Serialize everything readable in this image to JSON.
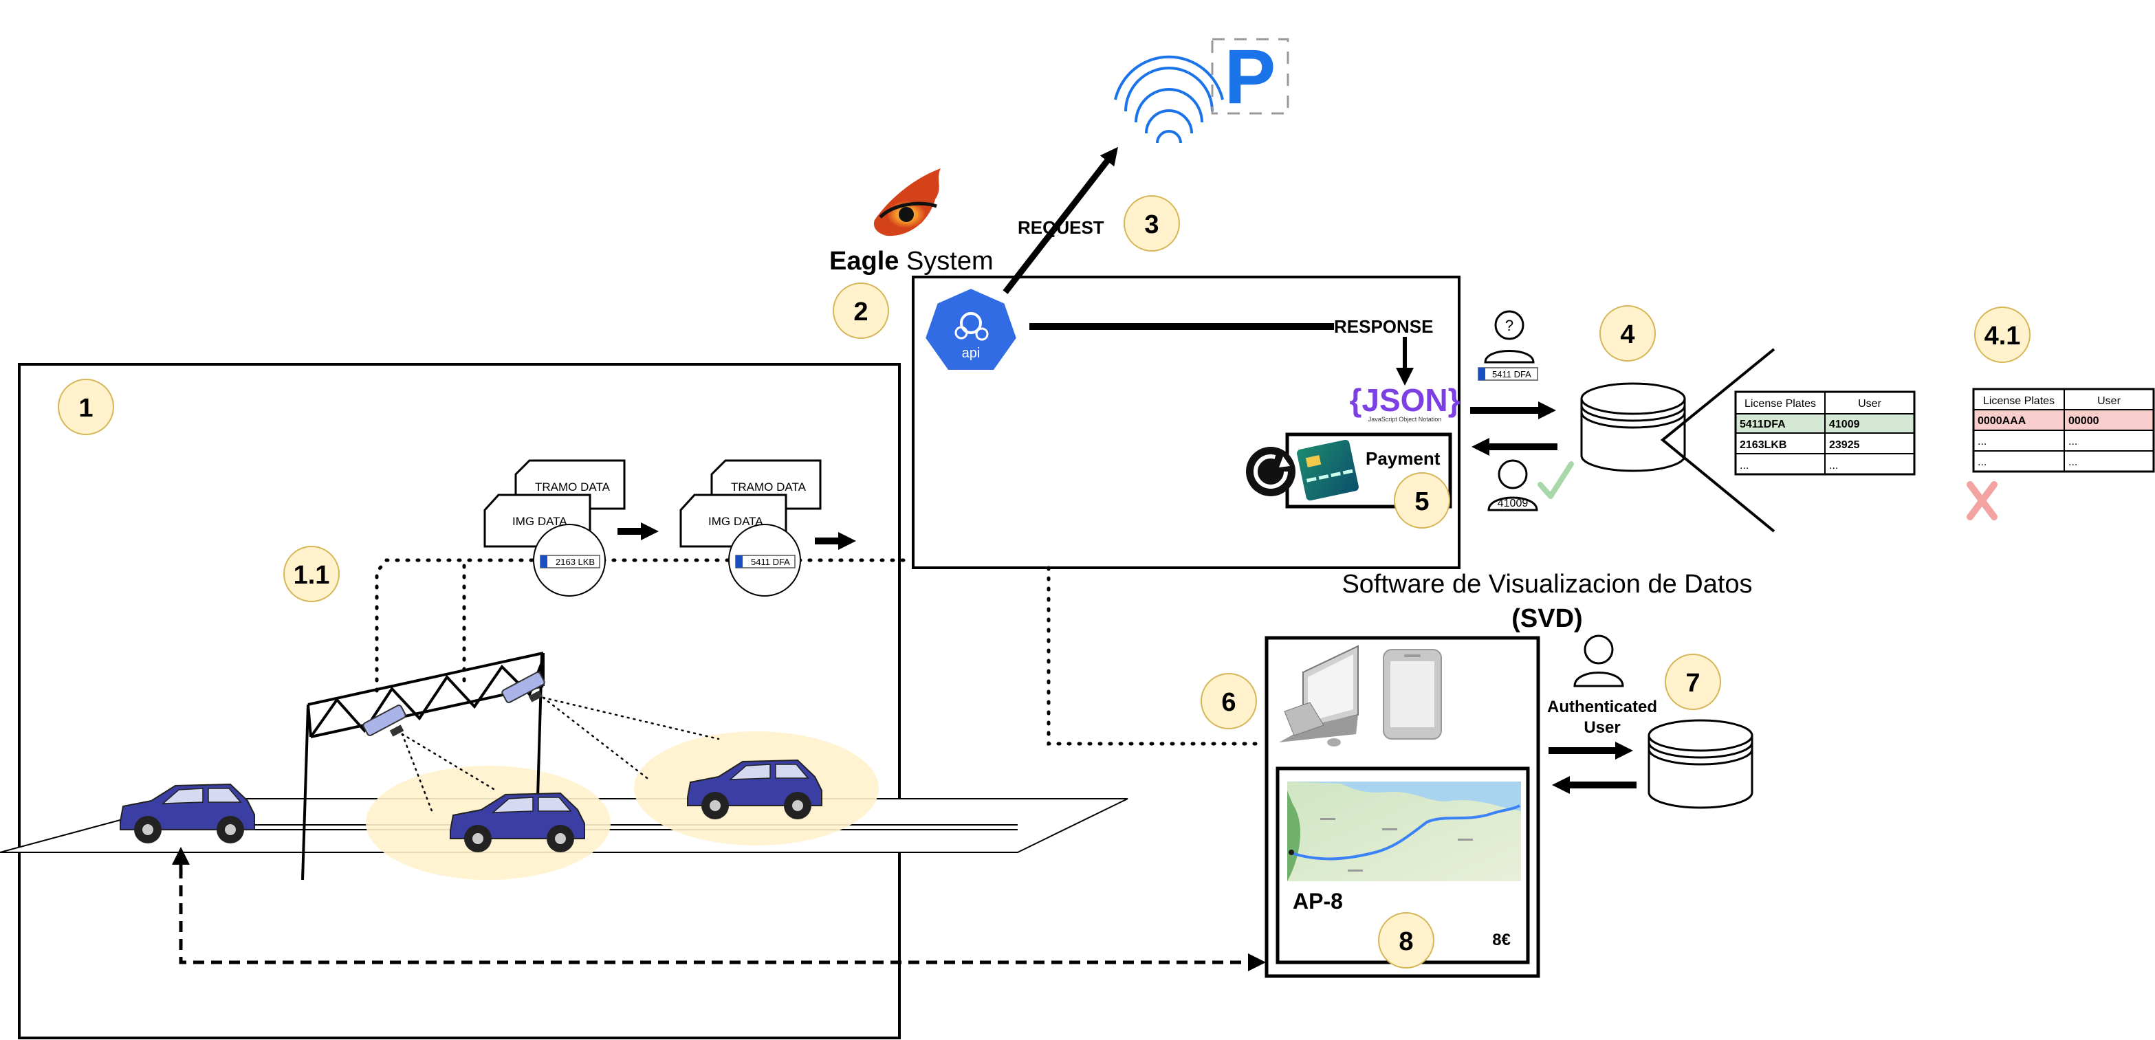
{
  "steps": {
    "s1": "1",
    "s1_1": "1.1",
    "s2": "2",
    "s3": "3",
    "s4": "4",
    "s4_1": "4.1",
    "s5": "5",
    "s6": "6",
    "s7": "7",
    "s8": "8"
  },
  "eagle": {
    "bold": "Eagle",
    "rest": " System"
  },
  "api": {
    "label": "api"
  },
  "arrows": {
    "request": "REQUEST",
    "response": "RESPONSE"
  },
  "json_logo": {
    "main": "{JSON}",
    "sub": "JavaScript Object Notation"
  },
  "payment": {
    "label": "Payment"
  },
  "data_docs": {
    "tramo": "TRAMO DATA",
    "img": "IMG DATA",
    "plate_a": "2163 LKB",
    "plate_b": "5411 DFA"
  },
  "query_plate": "5411 DFA",
  "user_id": "41009",
  "question_mark": "?",
  "table_main": {
    "headers": [
      "License Plates",
      "User"
    ],
    "rows": [
      [
        "5411DFA",
        "41009"
      ],
      [
        "2163LKB",
        "23925"
      ],
      [
        "...",
        "..."
      ]
    ]
  },
  "table_alt": {
    "headers": [
      "License Plates",
      "User"
    ],
    "rows": [
      [
        "0000AAA",
        "00000"
      ],
      [
        "...",
        "..."
      ],
      [
        "...",
        "..."
      ]
    ]
  },
  "svd": {
    "title": "Software de Visualizacion de Datos",
    "abbr": "(SVD)",
    "auth_user": "Authenticated User",
    "route": "AP-8",
    "price": "8€"
  },
  "colors": {
    "badge_fill": "#fff2cc",
    "badge_stroke": "#d6b656",
    "api_blue": "#326ce5",
    "wifi_blue": "#1a73e8",
    "json_purple": "#7b3fe4",
    "row_green": "#d5e8d4",
    "row_red": "#f8cecc",
    "x_red": "#f4a3a3",
    "check_green": "#a8d8a8",
    "car_blue": "#3b3ea3",
    "highlight": "#fff2cc"
  },
  "icons": [
    "eagle-eye-logo",
    "wifi-icon",
    "parking-icon",
    "api-icon",
    "json-logo",
    "credit-card-icon",
    "refresh-icon",
    "user-icon",
    "check-icon",
    "x-icon",
    "database-icon",
    "desktop-icon",
    "phone-icon",
    "map-thumbnail",
    "car-icon",
    "camera-icon"
  ]
}
